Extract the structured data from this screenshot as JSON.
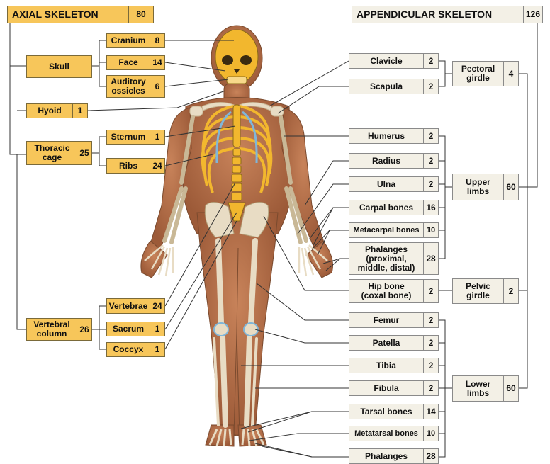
{
  "axial": {
    "title": "AXIAL SKELETON",
    "total": "80",
    "skull": "Skull",
    "cranium": {
      "label": "Cranium",
      "count": "8"
    },
    "face": {
      "label": "Face",
      "count": "14"
    },
    "auditory": {
      "label": "Auditory\nossicles",
      "count": "6"
    },
    "hyoid": {
      "label": "Hyoid",
      "count": "1"
    },
    "thoracic": {
      "label": "Thoracic\ncage",
      "count": "25"
    },
    "sternum": {
      "label": "Sternum",
      "count": "1"
    },
    "ribs": {
      "label": "Ribs",
      "count": "24"
    },
    "vertebral": {
      "label": "Vertebral\ncolumn",
      "count": "26"
    },
    "vertebrae": {
      "label": "Vertebrae",
      "count": "24"
    },
    "sacrum": {
      "label": "Sacrum",
      "count": "1"
    },
    "coccyx": {
      "label": "Coccyx",
      "count": "1"
    }
  },
  "appendicular": {
    "title": "APPENDICULAR SKELETON",
    "total": "126",
    "clavicle": {
      "label": "Clavicle",
      "count": "2"
    },
    "scapula": {
      "label": "Scapula",
      "count": "2"
    },
    "pectoral": {
      "label": "Pectoral\ngirdle",
      "count": "4"
    },
    "humerus": {
      "label": "Humerus",
      "count": "2"
    },
    "radius": {
      "label": "Radius",
      "count": "2"
    },
    "ulna": {
      "label": "Ulna",
      "count": "2"
    },
    "upper": {
      "label": "Upper\nlimbs",
      "count": "60"
    },
    "carpal": {
      "label": "Carpal bones",
      "count": "16"
    },
    "metacarpal": {
      "label": "Metacarpal bones",
      "count": "10"
    },
    "phalanges_hand": {
      "label": "Phalanges\n(proximal,\nmiddle, distal)",
      "count": "28"
    },
    "hip": {
      "label": "Hip bone\n(coxal bone)",
      "count": "2"
    },
    "pelvic": {
      "label": "Pelvic\ngirdle",
      "count": "2"
    },
    "femur": {
      "label": "Femur",
      "count": "2"
    },
    "patella": {
      "label": "Patella",
      "count": "2"
    },
    "tibia": {
      "label": "Tibia",
      "count": "2"
    },
    "fibula": {
      "label": "Fibula",
      "count": "2"
    },
    "lower": {
      "label": "Lower\nlimbs",
      "count": "60"
    },
    "tarsal": {
      "label": "Tarsal bones",
      "count": "14"
    },
    "metatarsal": {
      "label": "Metatarsal bones",
      "count": "10"
    },
    "phalanges_foot": {
      "label": "Phalanges",
      "count": "28"
    }
  },
  "colors": {
    "axial_fill": "#f7c65a",
    "appendicular_fill": "#f3f0e6",
    "body": "#b9714a",
    "bone": "#e8dcc4",
    "axial_bone": "#f2b72e",
    "cartilage": "#7fb6d9"
  }
}
